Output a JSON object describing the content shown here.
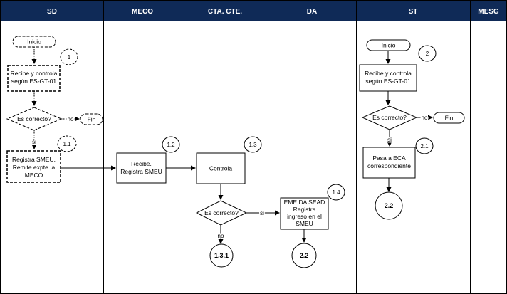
{
  "colors": {
    "header_bg": "#0f2a57",
    "header_text": "#ffffff",
    "line": "#000000"
  },
  "lanes": [
    "SD",
    "MECO",
    "CTA. CTE.",
    "DA",
    "ST",
    "MESG"
  ],
  "nodes": {
    "sd_start": "Inicio",
    "sd_receive": [
      "Recibe y controla",
      "según ES-GT-01"
    ],
    "sd_decision": "Es correcto?",
    "sd_end": "Fin",
    "sd_register": [
      "Registra SMEU.",
      "Remite expte. a",
      "MECO"
    ],
    "meco_receive": [
      "Recibe.",
      "Registra SMEU"
    ],
    "cta_control": "Controla",
    "cta_decision": "Es correcto?",
    "cta_connector": "1.3.1",
    "da_register": [
      "EME DA SEAD",
      "Registra",
      "ingreso en el",
      "SMEU"
    ],
    "da_connector": "2.2",
    "st_start": "Inicio",
    "st_receive": [
      "Recibe y controla",
      "según ES-GT-01"
    ],
    "st_decision": "Es correcto?",
    "st_end": "Fin",
    "st_pass": [
      "Pasa a ECA",
      "correspondiente"
    ],
    "st_connector": "2.2"
  },
  "refs": {
    "sd_receive": "1",
    "sd_register": "1.1",
    "meco": "1.2",
    "cta": "1.3",
    "da": "1.4",
    "st_receive": "2",
    "st_pass": "2.1"
  },
  "labels": {
    "no": "no",
    "si": "si"
  }
}
